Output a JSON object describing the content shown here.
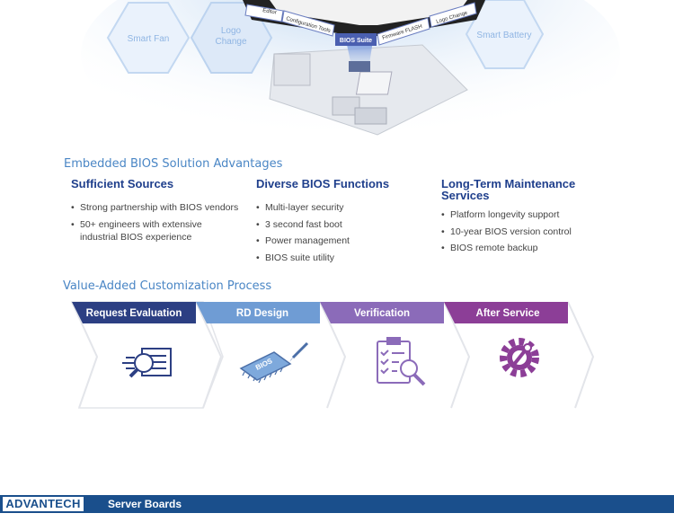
{
  "hero": {
    "hex_labels": {
      "smart_fan": "Smart Fan",
      "logo_change": "Logo\nChange",
      "smart_battery": "Smart Battery"
    },
    "tabs": [
      "Configuration Tools",
      "BIOS Suite",
      "Firmware FLASH",
      "Logo Change",
      "Editor"
    ]
  },
  "advantages": {
    "title": "Embedded BIOS Solution Advantages",
    "columns": [
      {
        "heading": "Sufficient Sources",
        "items": [
          "Strong partnership with BIOS vendors",
          "50+ engineers with extensive industrial BIOS experience"
        ]
      },
      {
        "heading": "Diverse BIOS Functions",
        "items": [
          "Multi-layer security",
          "3 second fast boot",
          "Power management",
          "BIOS suite utility"
        ]
      },
      {
        "heading": "Long-Term Maintenance Services",
        "items": [
          "Platform longevity support",
          "10-year BIOS version control",
          "BIOS remote backup"
        ]
      }
    ]
  },
  "process": {
    "title": "Value-Added Customization Process",
    "steps": [
      {
        "label": "Request Evaluation",
        "color": "#2c3f83",
        "icon": "document-search-icon"
      },
      {
        "label": "RD Design",
        "color": "#6f9cd4",
        "icon": "bios-chip-icon",
        "chip_text": "BIOS"
      },
      {
        "label": "Verification",
        "color": "#8b6bb9",
        "icon": "checklist-icon"
      },
      {
        "label": "After Service",
        "color": "#8c3e97",
        "icon": "gear-wrench-icon"
      }
    ]
  },
  "footer": {
    "logo": "ADVANTECH",
    "title": "Server Boards",
    "color": "#1a4f8c"
  }
}
